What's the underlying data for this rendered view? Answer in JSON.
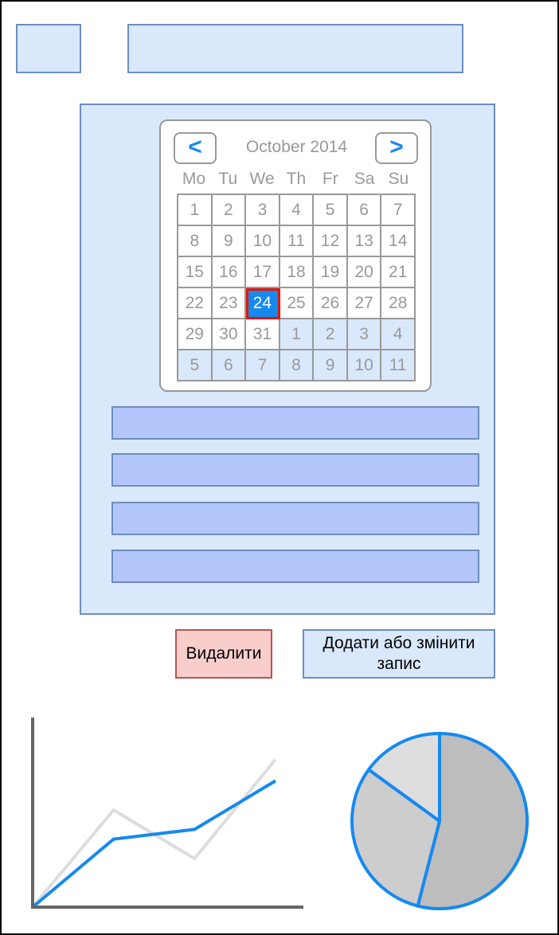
{
  "calendar": {
    "month_label": "October 2014",
    "prev_label": "<",
    "next_label": ">",
    "weekdays": [
      "Mo",
      "Tu",
      "We",
      "Th",
      "Fr",
      "Sa",
      "Su"
    ],
    "days": [
      {
        "label": "1"
      },
      {
        "label": "2"
      },
      {
        "label": "3"
      },
      {
        "label": "4"
      },
      {
        "label": "5"
      },
      {
        "label": "6"
      },
      {
        "label": "7"
      },
      {
        "label": "8"
      },
      {
        "label": "9"
      },
      {
        "label": "10"
      },
      {
        "label": "11"
      },
      {
        "label": "12"
      },
      {
        "label": "13"
      },
      {
        "label": "14"
      },
      {
        "label": "15"
      },
      {
        "label": "16"
      },
      {
        "label": "17"
      },
      {
        "label": "18"
      },
      {
        "label": "19"
      },
      {
        "label": "20"
      },
      {
        "label": "21"
      },
      {
        "label": "22"
      },
      {
        "label": "23"
      },
      {
        "label": "24",
        "selected": true
      },
      {
        "label": "25"
      },
      {
        "label": "26"
      },
      {
        "label": "27"
      },
      {
        "label": "28"
      },
      {
        "label": "29"
      },
      {
        "label": "30"
      },
      {
        "label": "31"
      },
      {
        "label": "1",
        "other_month": true
      },
      {
        "label": "2",
        "other_month": true
      },
      {
        "label": "3",
        "other_month": true
      },
      {
        "label": "4",
        "other_month": true
      },
      {
        "label": "5",
        "other_month": true
      },
      {
        "label": "6",
        "other_month": true
      },
      {
        "label": "7",
        "other_month": true
      },
      {
        "label": "8",
        "other_month": true
      },
      {
        "label": "9",
        "other_month": true
      },
      {
        "label": "10",
        "other_month": true
      },
      {
        "label": "11",
        "other_month": true
      }
    ],
    "selected_color": "#1589f0",
    "selected_border_color": "#e51400"
  },
  "actions": {
    "delete_label": "Видалити",
    "save_label": "Додати або змінити запис"
  },
  "colors": {
    "panel_fill": "#dae8fc",
    "panel_border": "#6c8ebf",
    "field_fill": "#b3c6fb",
    "delete_fill": "#f8cecc",
    "delete_border": "#b85450",
    "accent": "#1589f0"
  },
  "chart_data": [
    {
      "type": "line",
      "title": "",
      "xlabel": "",
      "ylabel": "",
      "x": [
        0,
        1,
        2,
        3
      ],
      "xlim": [
        0,
        3
      ],
      "ylim": [
        0,
        100
      ],
      "series": [
        {
          "values": [
            0,
            50,
            25,
            76
          ],
          "color": "#dddddd"
        },
        {
          "values": [
            0,
            35,
            40,
            65
          ],
          "color": "#1589f0"
        }
      ]
    },
    {
      "type": "pie",
      "title": "",
      "slices": [
        {
          "value": 54,
          "color": "#bdbdbd"
        },
        {
          "value": 31,
          "color": "#cdcdcd"
        },
        {
          "value": 15,
          "color": "#dedede"
        }
      ],
      "stroke_color": "#1589f0"
    }
  ]
}
